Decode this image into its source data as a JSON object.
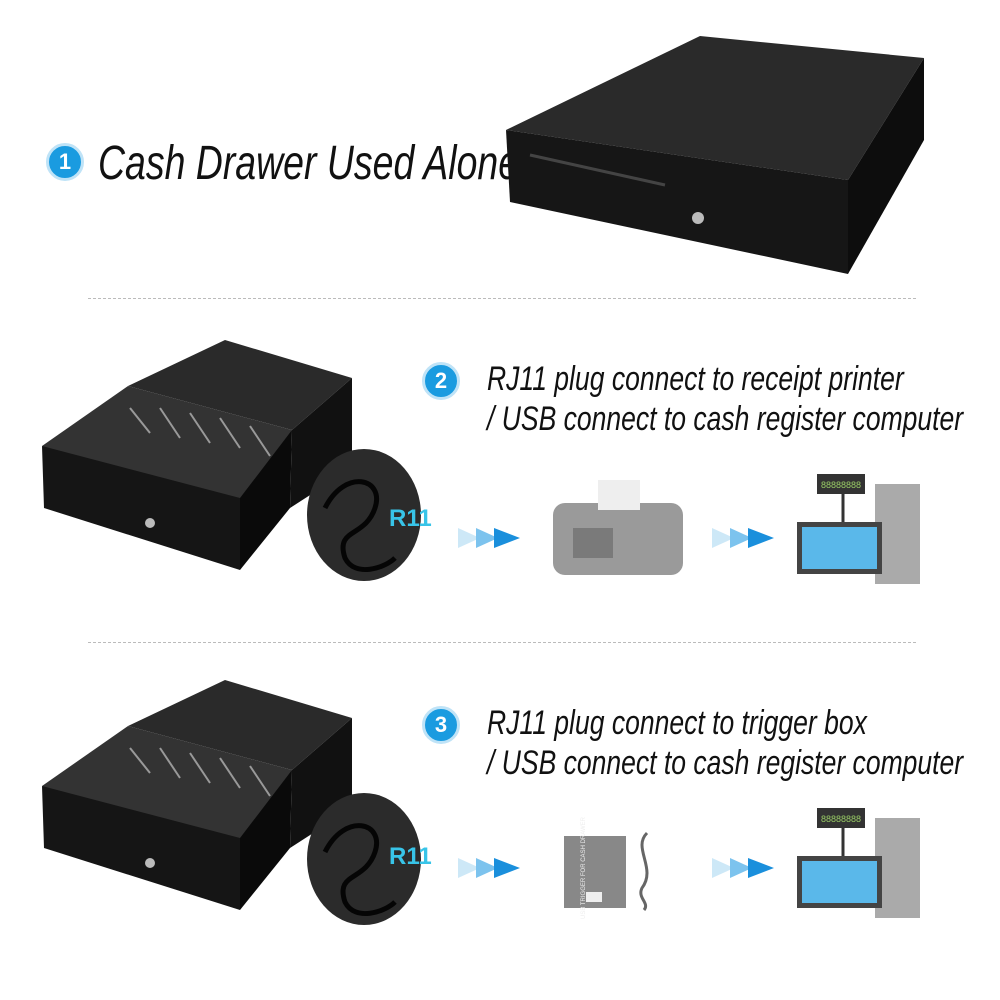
{
  "sections": [
    {
      "number": "1",
      "title": "Cash Drawer Used Alone"
    },
    {
      "number": "2",
      "line1": "RJ11 plug connect to receipt printer",
      "line2": "/ USB connect to cash register computer",
      "cable_label": "R11",
      "display_text": "88888888"
    },
    {
      "number": "3",
      "line1": "RJ11 plug connect to trigger box",
      "line2": "/ USB connect to cash register computer",
      "cable_label": "R11",
      "display_text": "88888888",
      "trigger_box_text": "USB TRIGGER FOR CASH DRAWER"
    }
  ],
  "colors": {
    "accent": "#1a9be0",
    "arrow": "#1a8fdc"
  }
}
